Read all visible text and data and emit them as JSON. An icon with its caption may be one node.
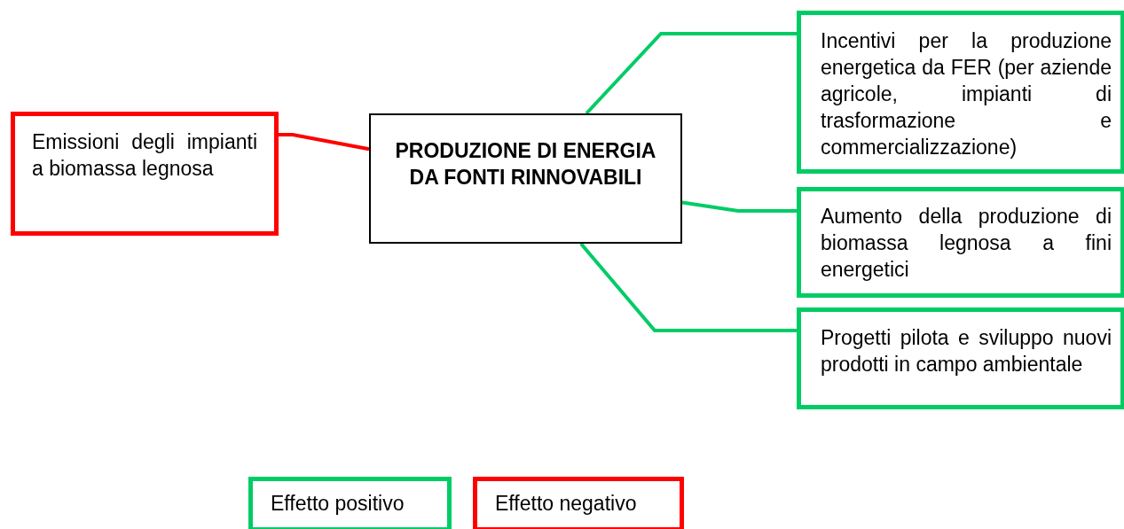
{
  "diagram": {
    "nodes": [
      {
        "text": [
          "PRODUZIONE DI ENERGIA DA FONTI RINNOVABILI"
        ]
      },
      {
        "text": [
          "Emissioni degli impianti a biomassa legnosa"
        ]
      },
      {
        "text": [
          "Incentivi per la produzione energetica da FER (per aziende agricole, impianti di trasformazione e commercializzazione)"
        ]
      },
      {
        "text": [
          "Aumento della produzione di biomassa legnosa a fini energetici"
        ]
      },
      {
        "text": [
          "Progetti pilota e sviluppo nuovi prodotti in campo ambientale"
        ]
      }
    ],
    "edges": [
      {
        "from": 0,
        "to": 1,
        "arrow": "none",
        "color": "#ff0000"
      },
      {
        "from": 0,
        "to": 2,
        "arrow": "none"
      },
      {
        "from": 0,
        "to": 3,
        "arrow": "none"
      },
      {
        "from": 0,
        "to": 4,
        "arrow": "none"
      }
    ],
    "legend": [
      {
        "text": "Effetto positivo",
        "color": "#00cc66"
      },
      {
        "text": "Effetto negativo",
        "color": "#ff0000"
      }
    ]
  }
}
